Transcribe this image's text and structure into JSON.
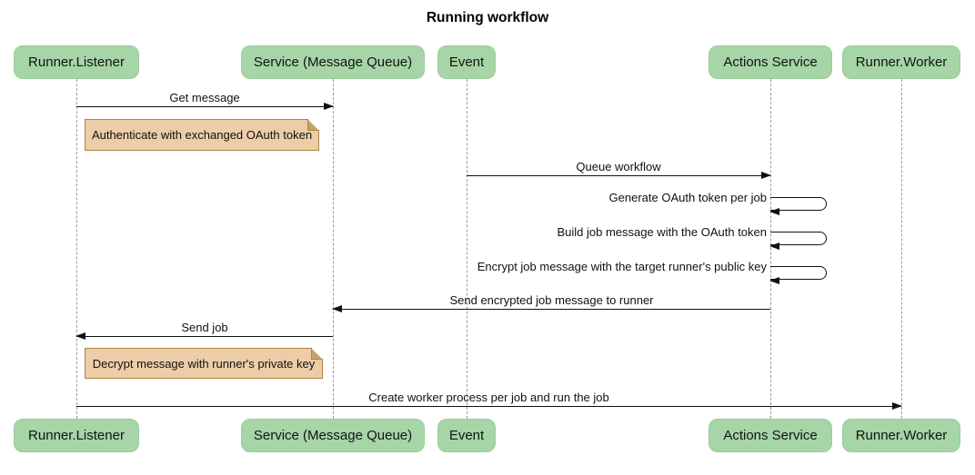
{
  "diagram": {
    "title": "Running workflow",
    "type": "sequence-diagram",
    "participants": [
      {
        "label": "Runner.Listener"
      },
      {
        "label": "Service (Message Queue)"
      },
      {
        "label": "Event"
      },
      {
        "label": "Actions Service"
      },
      {
        "label": "Runner.Worker"
      }
    ],
    "messages": [
      {
        "label": "Get message",
        "from": "Runner.Listener",
        "to": "Service (Message Queue)",
        "type": "solid-arrow",
        "direction": "right"
      },
      {
        "label": "Queue workflow",
        "from": "Event",
        "to": "Actions Service",
        "type": "solid-arrow",
        "direction": "right"
      },
      {
        "label": "Generate OAuth token per job",
        "from": "Actions Service",
        "to": "Actions Service",
        "type": "self-loop"
      },
      {
        "label": "Build job message with the OAuth token",
        "from": "Actions Service",
        "to": "Actions Service",
        "type": "self-loop"
      },
      {
        "label": "Encrypt job message with the target runner's public key",
        "from": "Actions Service",
        "to": "Actions Service",
        "type": "self-loop"
      },
      {
        "label": "Send encrypted job message to runner",
        "from": "Actions Service",
        "to": "Service (Message Queue)",
        "type": "solid-arrow",
        "direction": "left"
      },
      {
        "label": "Send job",
        "from": "Service (Message Queue)",
        "to": "Runner.Listener",
        "type": "solid-arrow",
        "direction": "left"
      },
      {
        "label": "Create worker process per job and run the job",
        "from": "Runner.Listener",
        "to": "Runner.Worker",
        "type": "solid-arrow",
        "direction": "right"
      }
    ],
    "notes": [
      {
        "label": "Authenticate with exchanged OAuth token",
        "over": "Runner.Listener / Service (Message Queue)"
      },
      {
        "label": "Decrypt message with runner's private key",
        "over": "Runner.Listener / Service (Message Queue)"
      }
    ],
    "colors": {
      "participant_fill": "#A6D5A7",
      "note_fill": "#EDCDA8",
      "note_border": "#AA8440",
      "lifeline": "#9C9C9C",
      "arrow": "#111111",
      "background": "#FFFFFF"
    }
  }
}
